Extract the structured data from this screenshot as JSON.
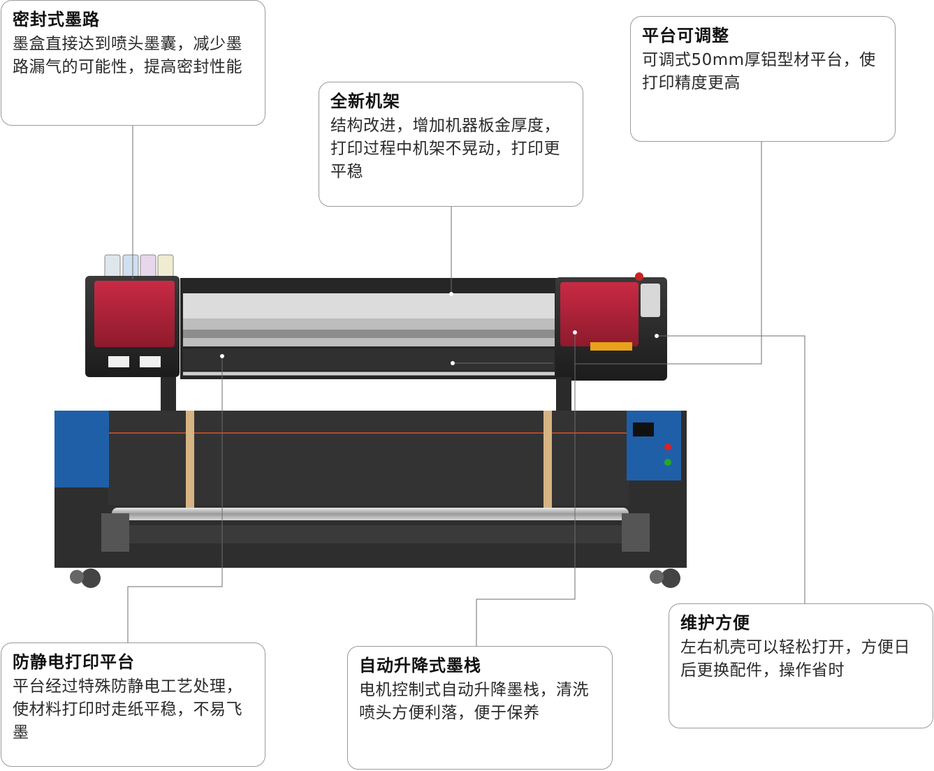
{
  "callouts": {
    "seal": {
      "title": "密封式墨路",
      "body": "墨盒直接达到喷头墨囊，减少墨路漏气的可能性，提高密封性能"
    },
    "frame": {
      "title": "全新机架",
      "body": "结构改进，增加机器板金厚度，打印过程中机架不晃动，打印更平稳"
    },
    "platform": {
      "title": "平台可调整",
      "body": "可调式50mm厚铝型材平台，使打印精度更高"
    },
    "antistatic": {
      "title": "防静电打印平台",
      "body": "平台经过特殊防静电工艺处理，使材料打印时走纸平稳，不易飞墨"
    },
    "lifting": {
      "title": "自动升降式墨栈",
      "body": "电机控制式自动升降墨栈，清洗喷头方便利落，便于保养"
    },
    "maintenance": {
      "title": "维护方便",
      "body": "左右机壳可以轻松打开，方便日后更换配件，操作省时"
    }
  },
  "colors": {
    "housing_red": "#b8213a",
    "frame_dark": "#2b2b2b",
    "panel_blue": "#1f5fa8",
    "strap": "#d6b483",
    "leader": "#6d6d6d"
  }
}
